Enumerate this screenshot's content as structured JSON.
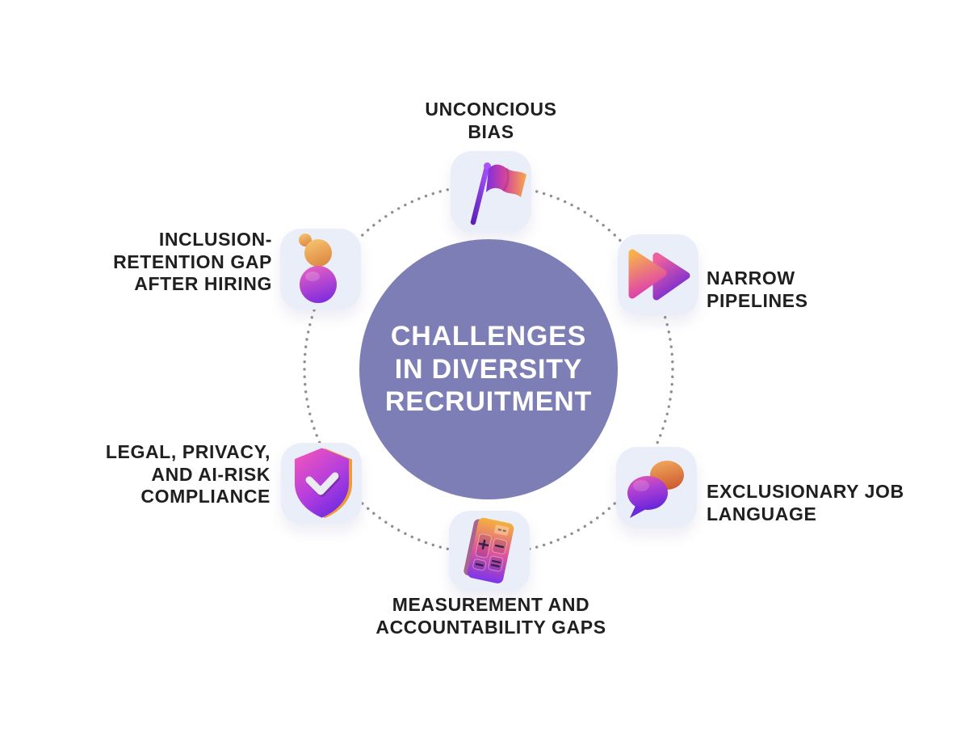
{
  "title": {
    "lines": [
      "CHALLENGES",
      "IN DIVERSITY",
      "RECRUITMENT"
    ]
  },
  "nodes": [
    {
      "id": "unconcious-bias",
      "icon": "flag-icon",
      "label_lines": [
        "UNCONCIOUS",
        "BIAS"
      ]
    },
    {
      "id": "narrow-pipelines",
      "icon": "fast-forward-icon",
      "label_lines": [
        "NARROW",
        "PIPELINES"
      ]
    },
    {
      "id": "exclusionary-job-language",
      "icon": "speech-bubbles-icon",
      "label_lines": [
        "EXCLUSIONARY JOB",
        "LANGUAGE"
      ]
    },
    {
      "id": "measurement-accountability-gaps",
      "icon": "calculator-icon",
      "label_lines": [
        "MEASUREMENT AND",
        "ACCOUNTABILITY GAPS"
      ]
    },
    {
      "id": "legal-privacy-ai-risk-compliance",
      "icon": "shield-check-icon",
      "label_lines": [
        "LEGAL, PRIVACY,",
        "AND AI-RISK",
        "COMPLIANCE"
      ]
    },
    {
      "id": "inclusion-retention-gap-after-hiring",
      "icon": "person-icon",
      "label_lines": [
        "INCLUSION-",
        "RETENTION GAP",
        "AFTER HIRING"
      ]
    }
  ],
  "colors": {
    "background": "#ffffff",
    "center_circle": "#7e7eb6",
    "center_text": "#ffffff",
    "tile_background": "#e9eef8",
    "dotted_ring": "#8f8f8f",
    "label_text": "#1f1f1f",
    "icon_purple": "#7c3aed",
    "icon_magenta": "#d43fa6",
    "icon_pink": "#ec4899",
    "icon_orange": "#f5a03c"
  }
}
